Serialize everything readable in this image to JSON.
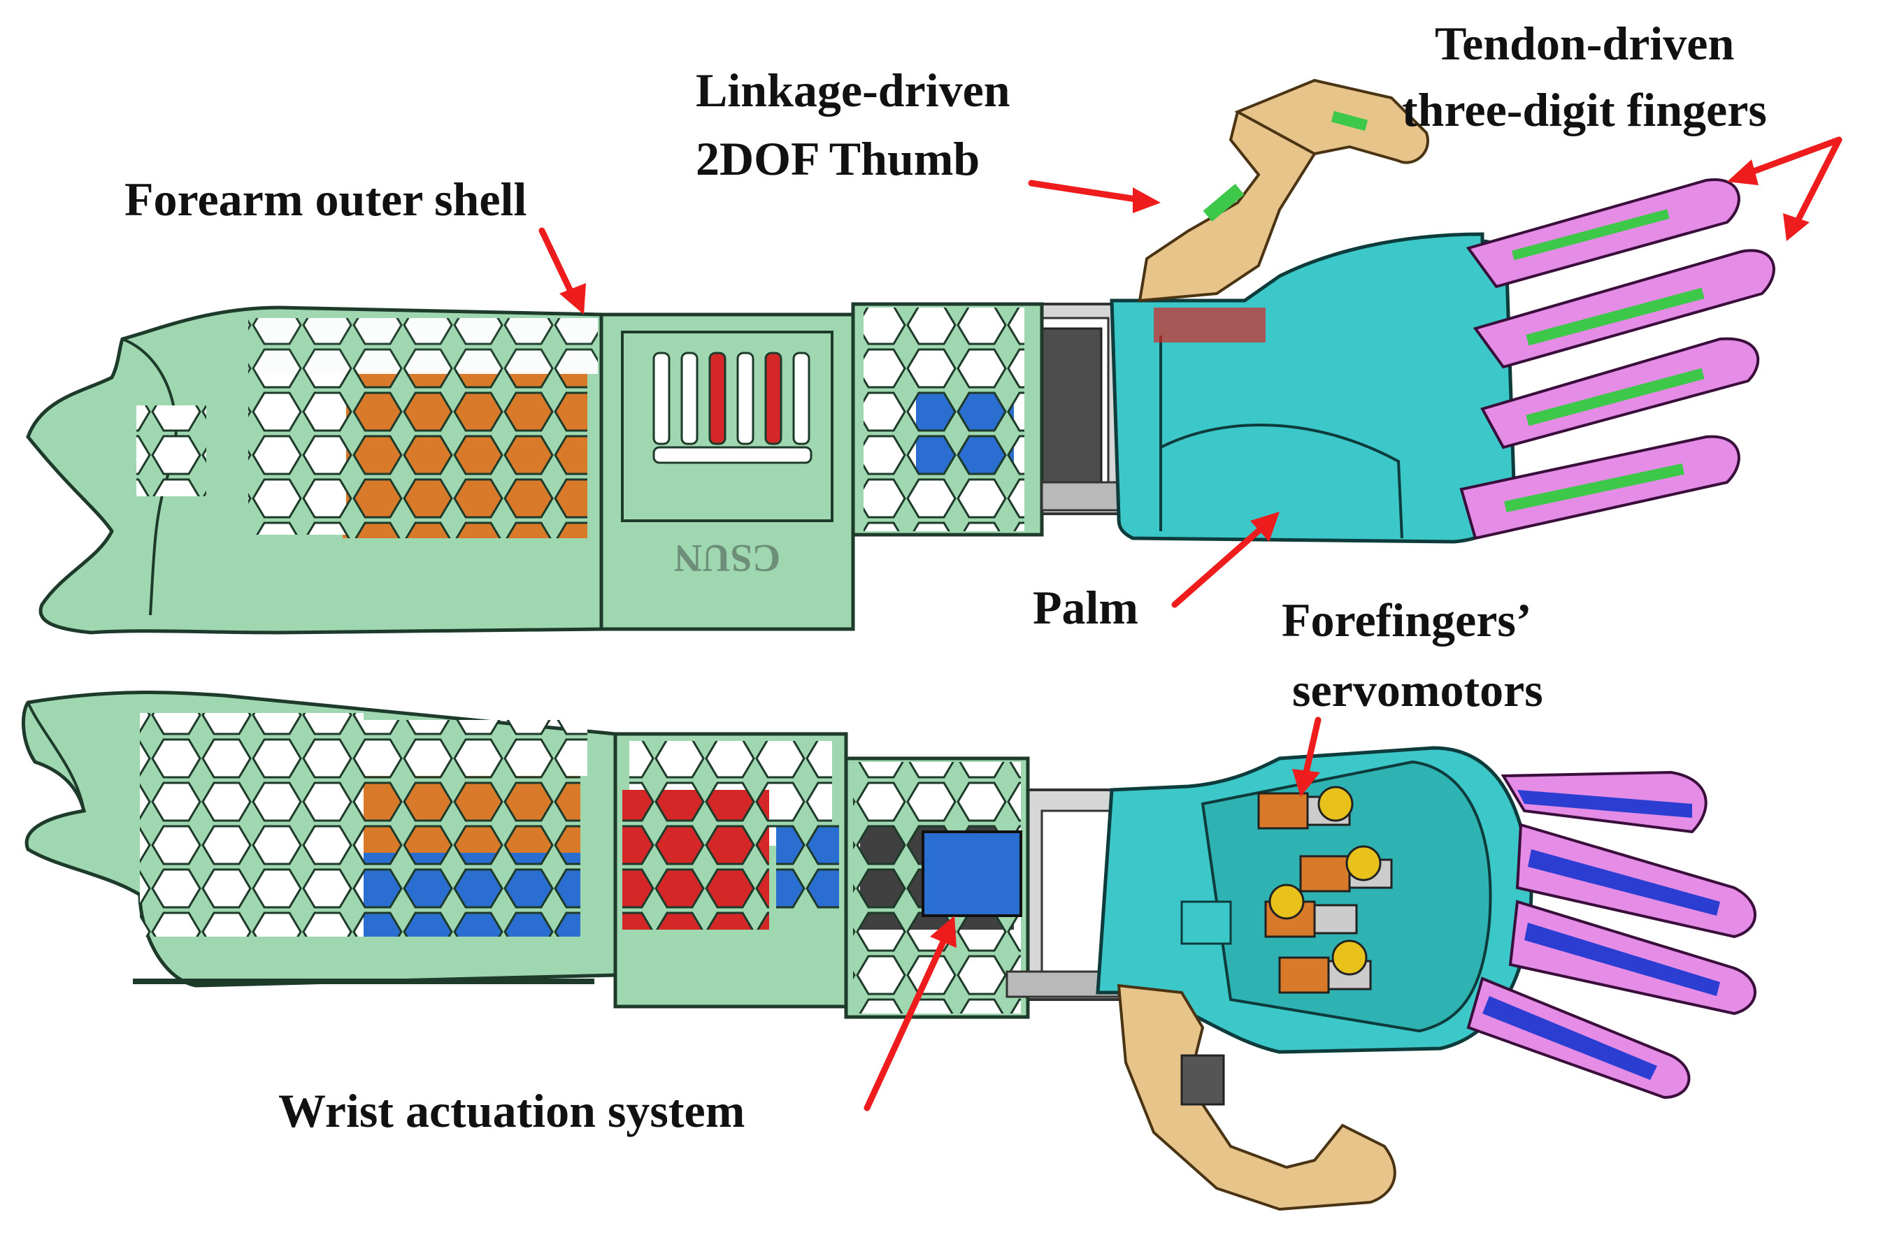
{
  "colors": {
    "shell": "#9fd8b0",
    "shell_stroke": "#1e3a2a",
    "palm": "#3cc8c8",
    "palm_stroke": "#0e3b3b",
    "fingers": "#e58ce6",
    "thumb": "#e7c48a",
    "inner_orange": "#d97a2b",
    "inner_blue": "#2b6ed1",
    "inner_green": "#3ec84a",
    "inner_red": "#d52727",
    "servo_yellow": "#e8c21a",
    "arrow": "#ee1c1c",
    "frame": "#b9b9b9"
  },
  "labels": {
    "forearm_shell": "Forearm outer shell",
    "thumb_line1": "Linkage-driven",
    "thumb_line2": "2DOF Thumb",
    "fingers_line1": "Tendon-driven",
    "fingers_line2": "three-digit fingers",
    "palm": "Palm",
    "servos_line1": "Forefingers’",
    "servos_line2": "servomotors",
    "wrist": "Wrist actuation system"
  },
  "engraving": "CSUN"
}
